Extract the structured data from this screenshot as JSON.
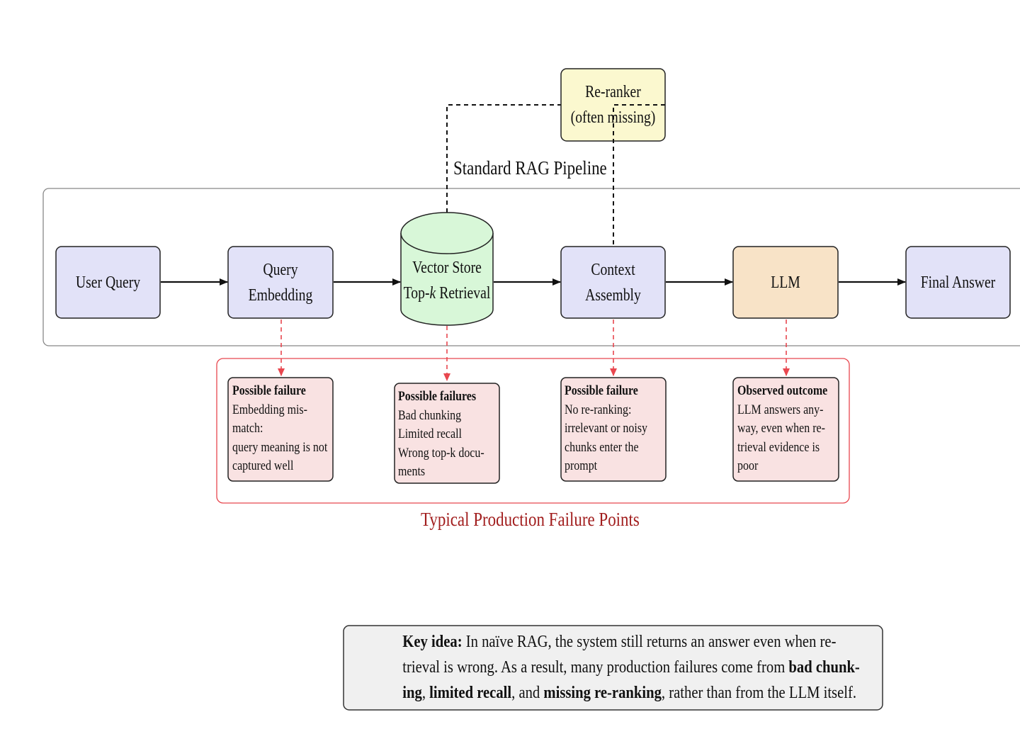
{
  "title": "Standard RAG Pipeline",
  "failure_section_title": "Typical Production Failure Points",
  "colors": {
    "blue_node": "#e2e2f8",
    "green_node": "#d8f7d8",
    "orange_node": "#f8e3c7",
    "yellow_node": "#fbf8cf",
    "failure_fill": "#f9e2e2",
    "failure_border": "#e8474f",
    "failure_title": "#a11d1d",
    "key_fill": "#f0f0f0",
    "stroke": "#222222"
  },
  "nodes": {
    "user_query": {
      "lines": [
        "User Query"
      ]
    },
    "query_embedding": {
      "lines": [
        "Query",
        "Embedding"
      ]
    },
    "vector_store": {
      "line1": "Vector Store",
      "line2_pre": "Top-",
      "line2_k": "k",
      "line2_post": " Retrieval"
    },
    "context_assembly": {
      "lines": [
        "Context",
        "Assembly"
      ]
    },
    "llm": {
      "lines": [
        "LLM"
      ]
    },
    "final_answer": {
      "lines": [
        "Final Answer"
      ]
    },
    "reranker": {
      "lines": [
        "Re-ranker",
        "(often missing)"
      ]
    }
  },
  "failures": {
    "embedding": {
      "title": "Possible failure",
      "lines": [
        "Embedding mis-",
        "match:",
        "query meaning is not",
        "captured well"
      ]
    },
    "retrieval": {
      "title": "Possible failures",
      "lines": [
        "Bad chunking",
        "Limited recall",
        "Wrong top-k docu-",
        "ments"
      ]
    },
    "context": {
      "title": "Possible failure",
      "lines": [
        "No re-ranking:",
        "irrelevant or noisy",
        "chunks enter the",
        "prompt"
      ]
    },
    "llm": {
      "title": "Observed outcome",
      "lines": [
        "LLM answers any-",
        "way, even when re-",
        "trieval evidence is",
        "poor"
      ]
    }
  },
  "key_idea": {
    "label": "Key idea:",
    "line1": "In naïve RAG, the system still returns an answer even when re-",
    "line2_a": "trieval is wrong.  As a result, many production failures come from",
    "line2_b": "bad chunk-",
    "line3_a": "ing",
    "line3_b": ",",
    "line3_c": "limited recall",
    "line3_d": ", and",
    "line3_e": "missing re-ranking",
    "line3_f": ", rather than from the LLM itself."
  }
}
